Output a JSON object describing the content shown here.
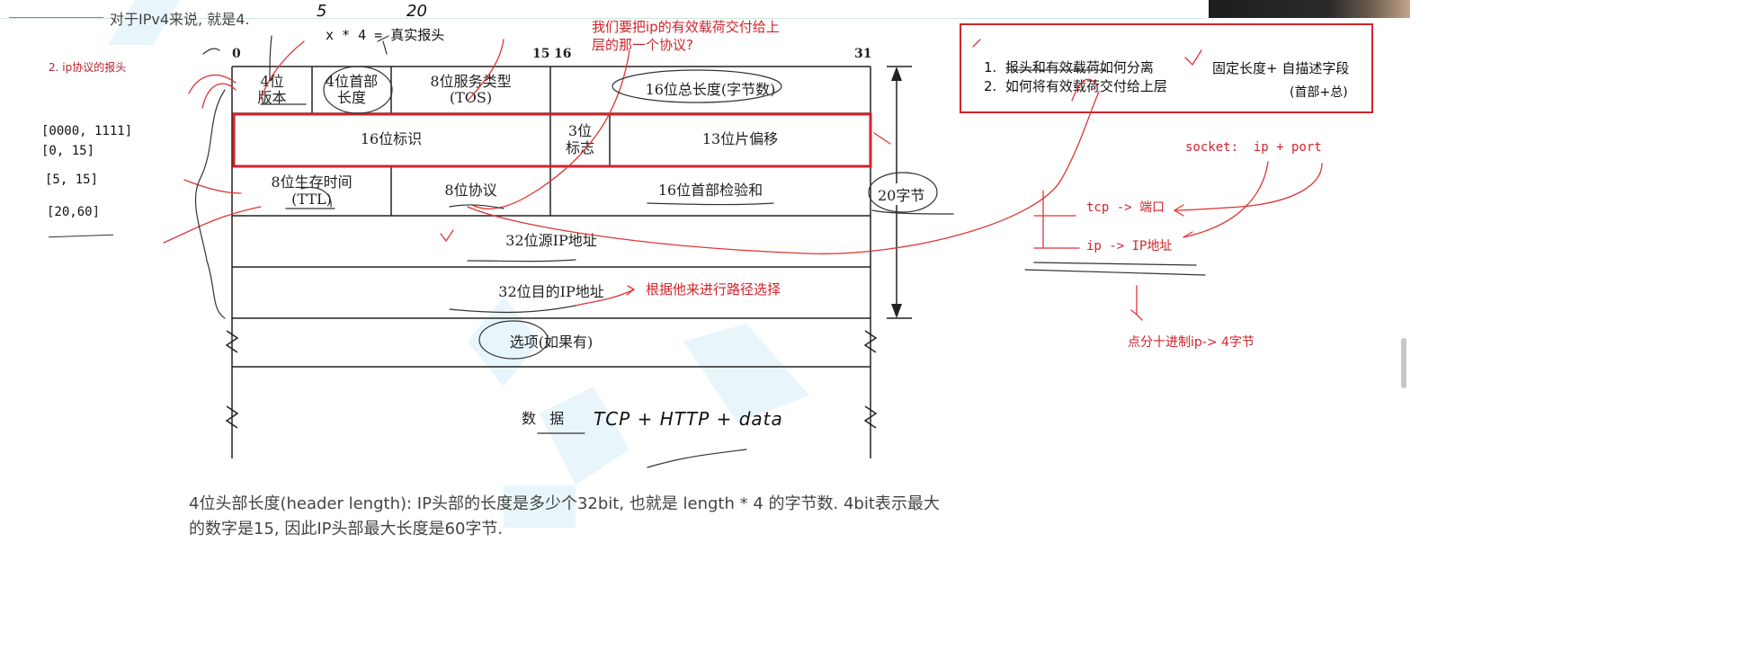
{
  "top": {
    "intro_text": "对于IPv4来说, 就是4.",
    "formula": "x * 4 = 真实报头",
    "hand_numbers": [
      "5",
      "20"
    ]
  },
  "left_notes": {
    "title": "2. ip协议的报头",
    "ranges": [
      "[0000, 1111]",
      "[0, 15]",
      "[5, 15]",
      "[20,60]"
    ]
  },
  "header_diagram": {
    "bit_labels": [
      "0",
      "15",
      "16",
      "31"
    ],
    "row1": [
      {
        "label": "4位\n版本"
      },
      {
        "label": "4位首部\n长度"
      },
      {
        "label": "8位服务类型\n(TOS)"
      },
      {
        "label": "16位总长度(字节数)"
      }
    ],
    "row2": [
      {
        "label": "16位标识"
      },
      {
        "label": "3位\n标志"
      },
      {
        "label": "13位片偏移"
      }
    ],
    "row3": [
      {
        "label": "8位生存时间\n(TTL)"
      },
      {
        "label": "8位协议"
      },
      {
        "label": "16位首部检验和"
      }
    ],
    "row4": "32位源IP地址",
    "row5": "32位目的IP地址",
    "row6": "选项(如果有)",
    "data_label": "数   据",
    "bytes_label": "20字节",
    "handwriting_data": "TCP + HTTP + data"
  },
  "annotations": {
    "question": "我们要把ip的有效载荷交付给上\n层的那一个协议?",
    "routing": "根据他来进行路径选择"
  },
  "box_right": {
    "items": [
      "1.  报头和有效载荷如何分离",
      "2.  如何将有效载荷交付给上层"
    ],
    "fixed": "固定长度+ 自描述字段",
    "sub": "(首部+总)"
  },
  "right_notes": {
    "socket": "socket:  ip + port",
    "tcp": "tcp -> 端口",
    "ip": "ip -> IP地址",
    "dotted": "点分十进制ip-> 4字节"
  },
  "bottom": {
    "line1": "4位头部长度(header length): IP头部的长度是多少个32bit, 也就是 length * 4 的字节数. 4bit表示最大",
    "line2": "的数字是15, 因此IP头部最大长度是60字节."
  },
  "colors": {
    "accent_red": "#d2232a",
    "watermark": "#bfe3f5",
    "hand_ink": "#e03535"
  }
}
